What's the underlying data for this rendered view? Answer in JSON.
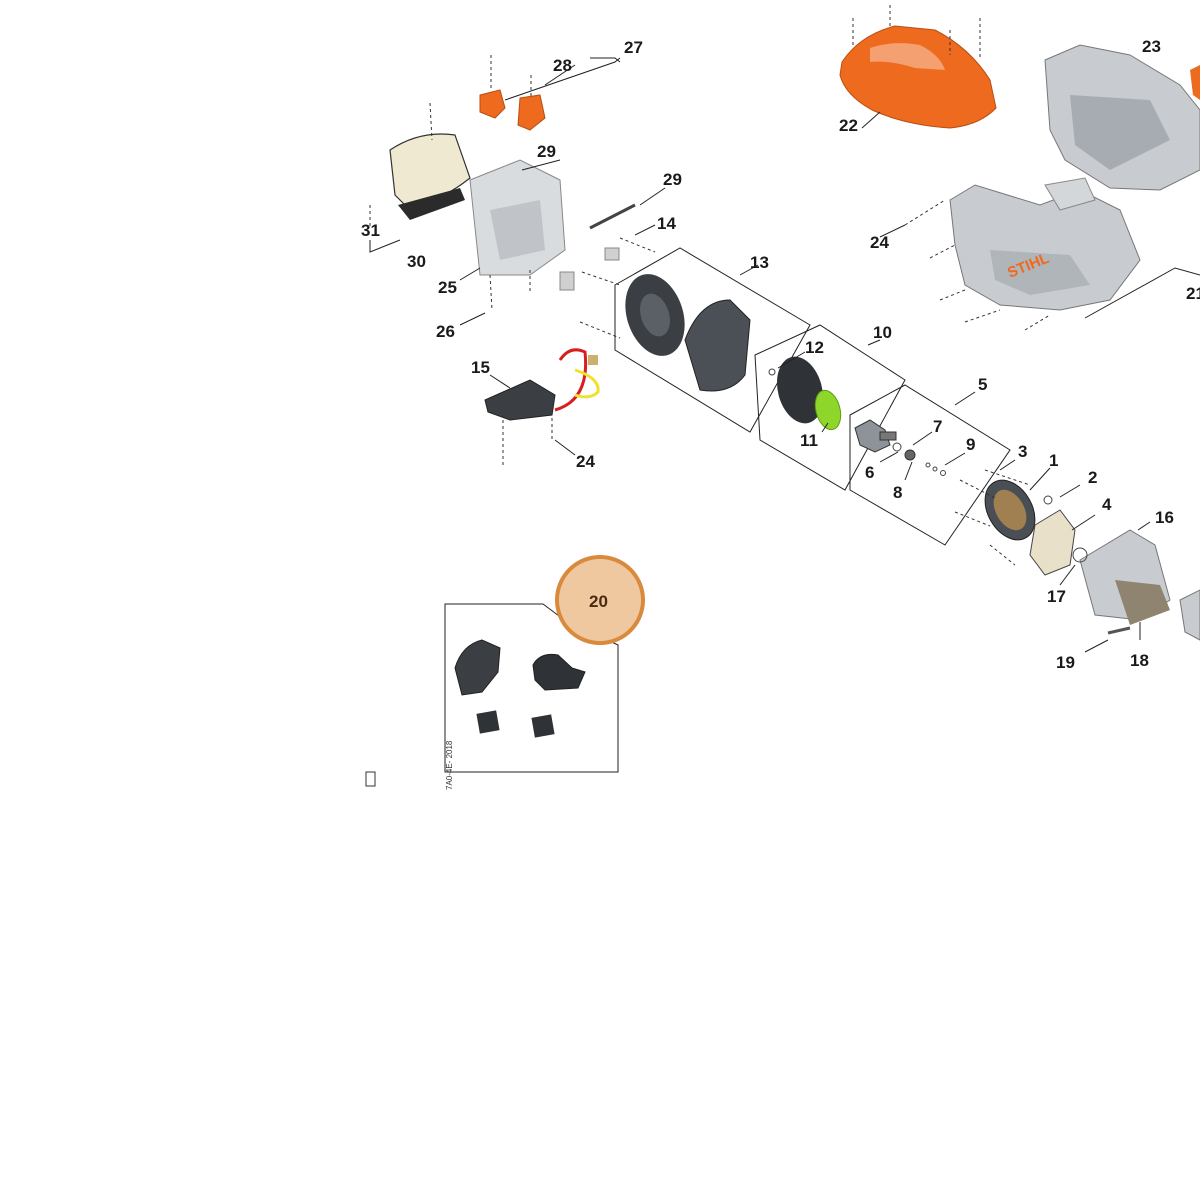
{
  "diagram": {
    "callouts": {
      "c1": "1",
      "c2": "2",
      "c3": "3",
      "c4": "4",
      "c5": "5",
      "c6": "6",
      "c7": "7",
      "c8": "8",
      "c9": "9",
      "c10": "10",
      "c11": "11",
      "c12": "12",
      "c13": "13",
      "c14": "14",
      "c15": "15",
      "c16": "16",
      "c17": "17",
      "c18": "18",
      "c19": "19",
      "c20": "20",
      "c21": "21",
      "c22": "22",
      "c23": "23",
      "c24a": "24",
      "c24b": "24",
      "c25": "25",
      "c26": "26",
      "c27": "27",
      "c28": "28",
      "c29a": "29",
      "c29b": "29",
      "c30": "30",
      "c31": "31"
    },
    "brand_label": "STIHL",
    "side_code": "7A0-4E- 2018",
    "highlighted_part": "20",
    "colors": {
      "orange": "#ee6a1e",
      "dark_part": "#3b3f44",
      "grey_part": "#c8ccd0",
      "green_part": "#8fd62a",
      "highlight_fill": "#f0c8a0",
      "highlight_stroke": "#d98a3c"
    }
  }
}
